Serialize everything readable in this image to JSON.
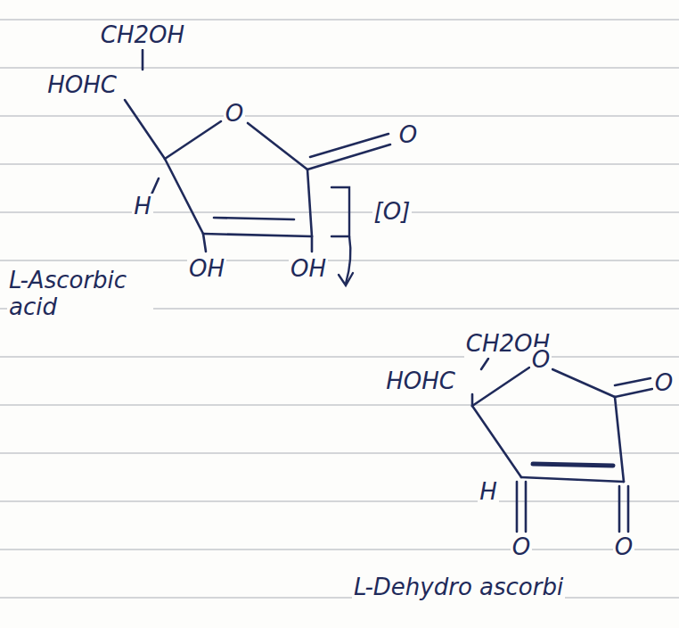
{
  "diagram": {
    "labels": [
      "CH2OH",
      "HOHC",
      "O",
      "O",
      "[O]",
      "H",
      "OH",
      "OH",
      "L-Ascorbic acid",
      "CH2OH",
      "HOHC",
      "O",
      "O",
      "H",
      "O",
      "O",
      "L-Dehydro ascorbi"
    ]
  }
}
